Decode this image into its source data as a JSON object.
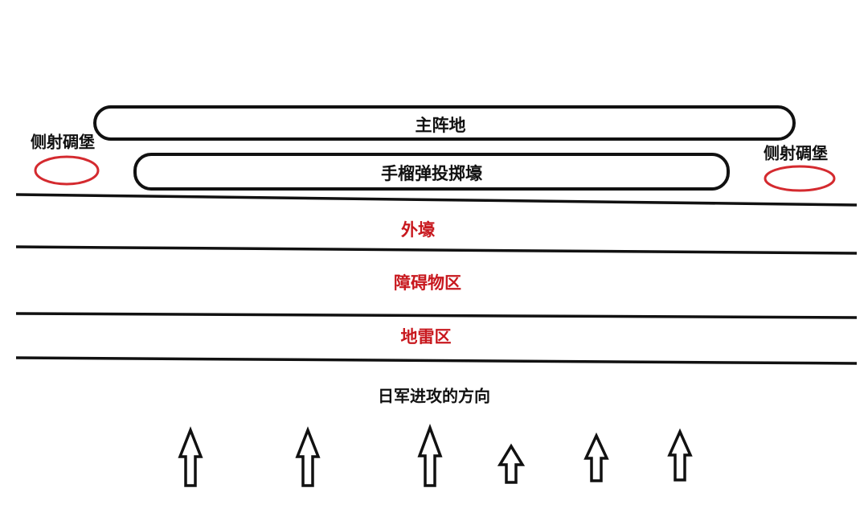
{
  "labels": {
    "main_position": "主阵地",
    "grenade_trench": "手榴弹投掷壕",
    "left_bunker": "侧射碉堡",
    "right_bunker": "侧射碉堡",
    "outer_trench": "外壕",
    "obstacle_zone": "障碍物区",
    "minefield": "地雷区",
    "attack_direction": "日军进攻的方向"
  },
  "colors": {
    "zone_label": "#c8181e",
    "bunker": "#d42a2f",
    "line": "#111111"
  }
}
